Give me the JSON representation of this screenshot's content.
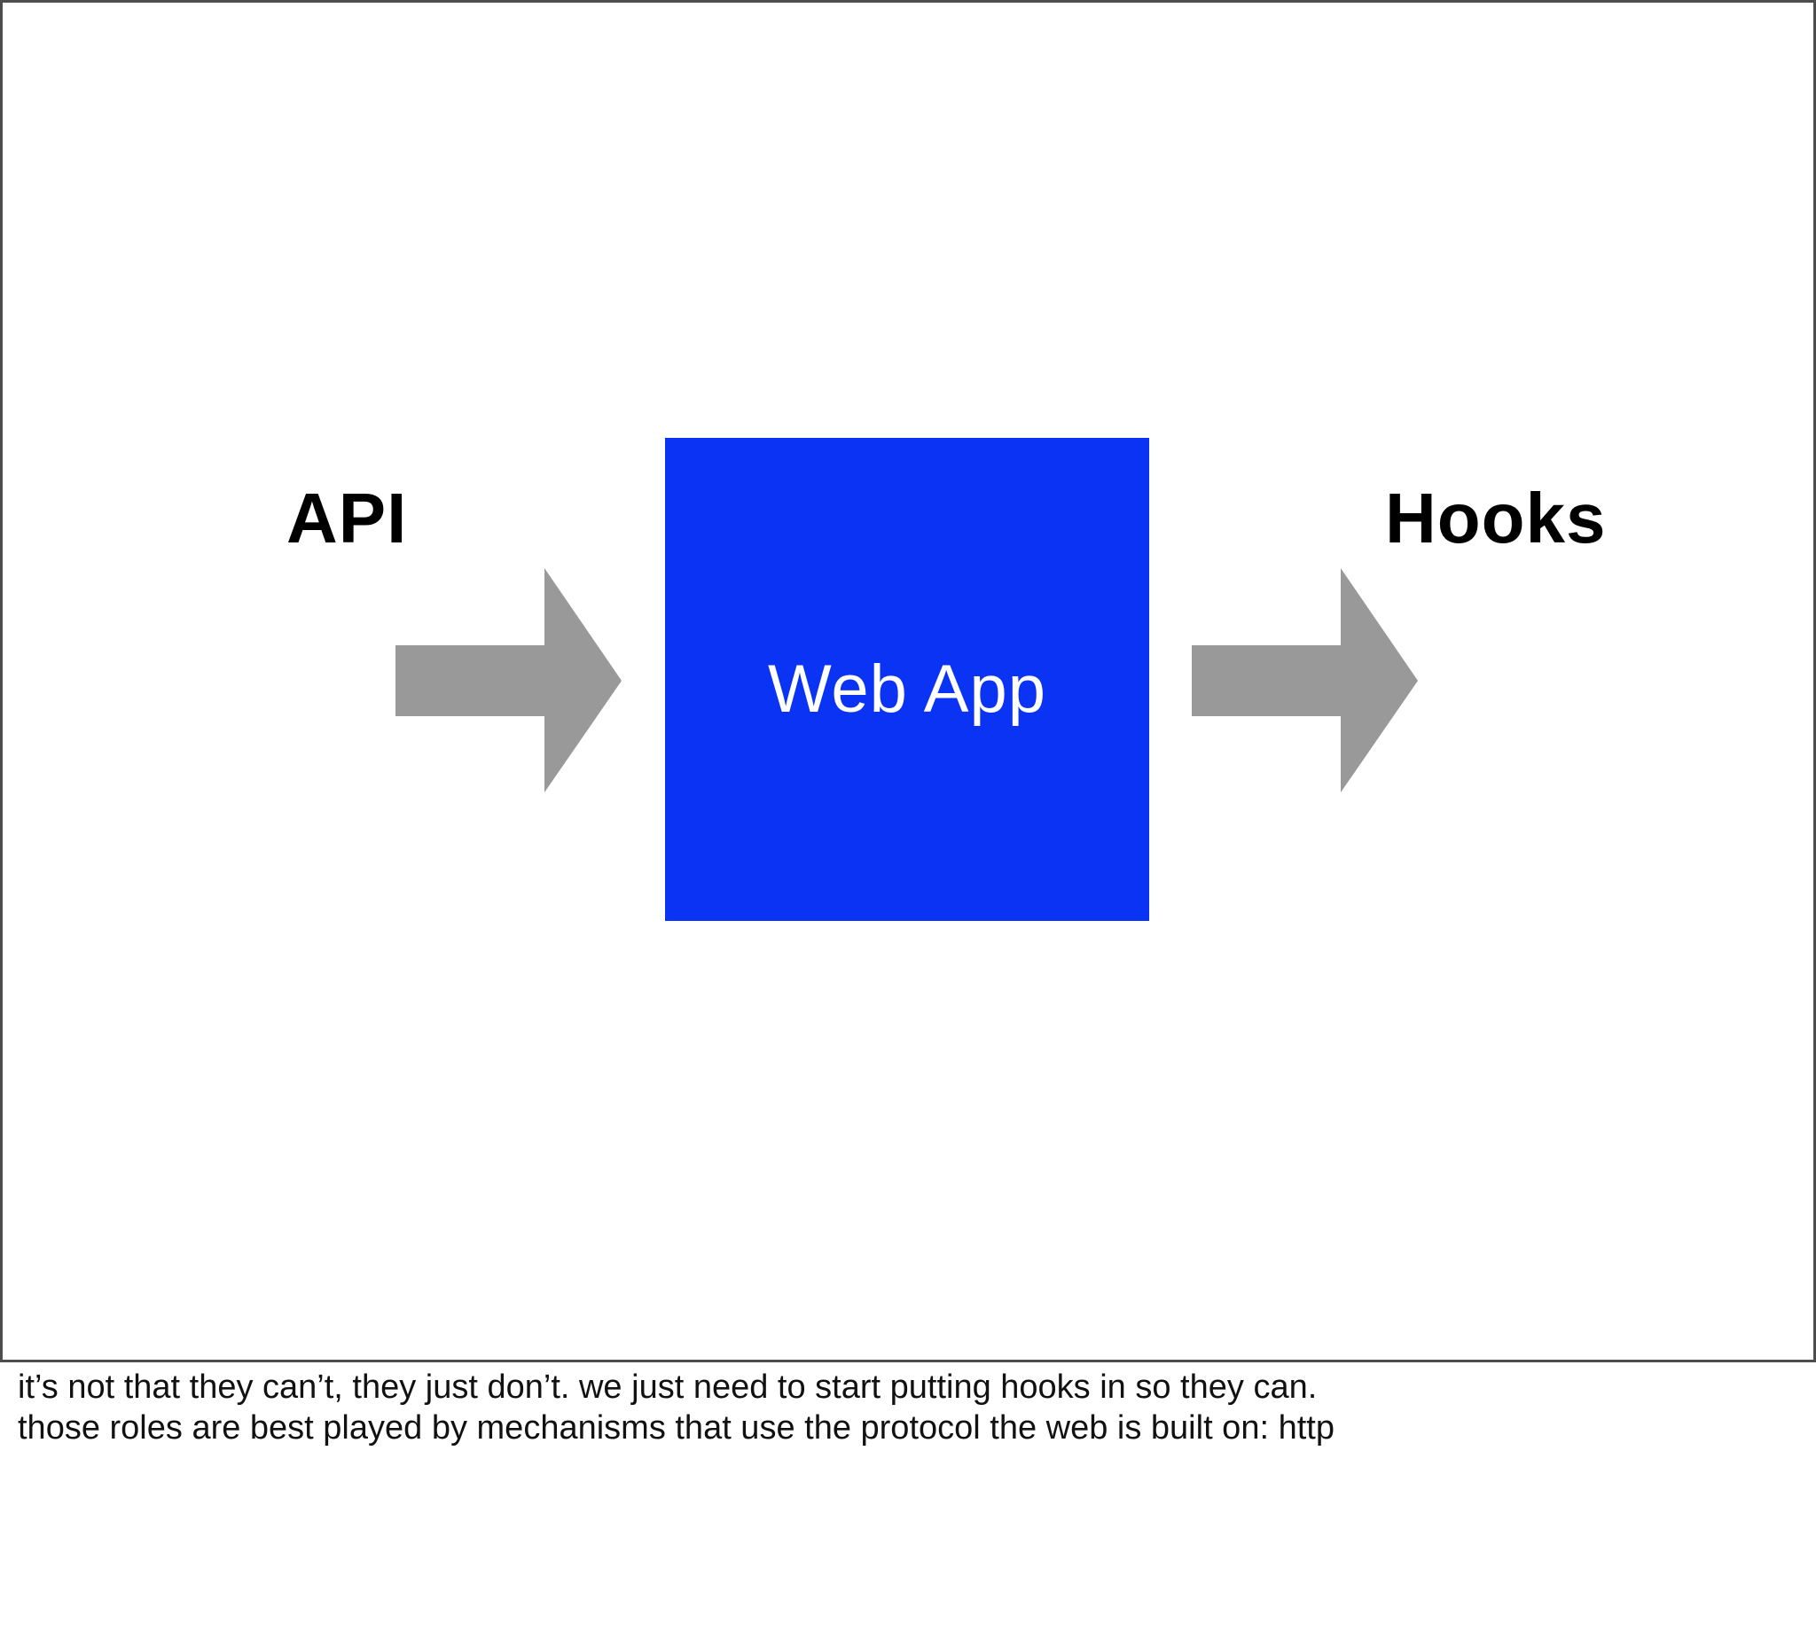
{
  "slide": {
    "left_label": "API",
    "right_label": "Hooks",
    "box_label": "Web App"
  },
  "notes": {
    "lines": [
      "it’s not that they can’t, they just don’t. we just need to start putting hooks in so they can.",
      "those roles are best played by mechanisms that use the protocol the web is built on: http"
    ]
  },
  "colors": {
    "box_blue": "#0b33f3",
    "arrow_gray": "#999999",
    "border_gray": "#4d4d4d",
    "label_black": "#000000",
    "notes_text": "#111111"
  }
}
